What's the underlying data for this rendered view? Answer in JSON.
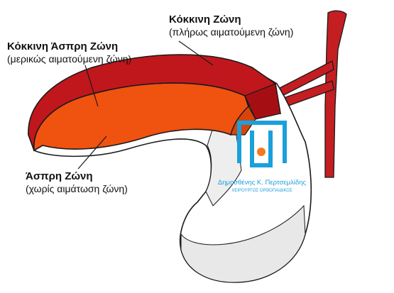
{
  "labels": {
    "red_zone": {
      "title": "Κόκκινη Ζώνη",
      "subtitle": "(πλήρως αιματούμενη ζώνη)"
    },
    "red_white_zone": {
      "title": "Κόκκινη Άσπρη Ζώνη",
      "subtitle": "(μερικώς αιματούμενη ζώνη)"
    },
    "white_zone": {
      "title": "Άσπρη Ζώνη",
      "subtitle": "(χωρίς αιμάτωση ζώνη)"
    }
  },
  "watermark": {
    "name": "Δημοσθένης Κ. Περτσεμλίδης",
    "profession": "ΧΕΙΡΟΥΡΓΟΣ ΟΡΘΟΠΑΙΔΙΚΟΣ"
  },
  "colors": {
    "red_zone": "#c0171c",
    "red_white_zone": "#f0520f",
    "white_zone": "#ffffff",
    "artery": "#c41e22",
    "outline": "#1a1a1a",
    "logo_blue": "#1aa0db",
    "logo_orange": "#f47a1f"
  }
}
